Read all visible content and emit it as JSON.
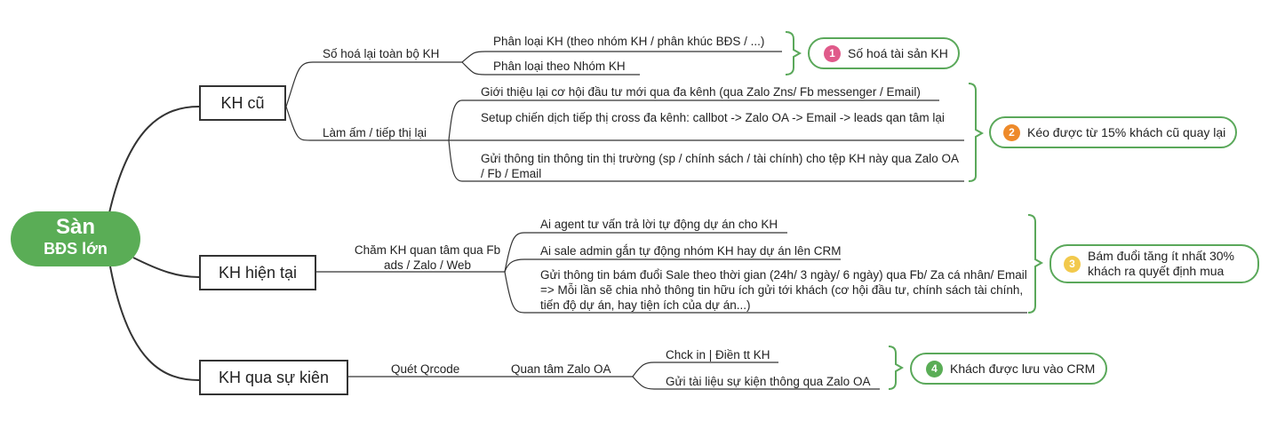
{
  "root": {
    "line1": "Sàn",
    "line2": "BĐS lớn"
  },
  "branches": [
    {
      "label": "KH cũ"
    },
    {
      "label": "KH hiện tại"
    },
    {
      "label": "KH qua sự kiên"
    }
  ],
  "kh_cu": {
    "group1": {
      "label": "Số hoá lại toàn bộ KH",
      "items": [
        "Phân loại KH (theo nhóm KH / phân khúc BĐS / ...)",
        "Phân loại theo Nhóm KH"
      ]
    },
    "group2": {
      "label": "Làm ấm / tiếp thị lại",
      "items": [
        "Giới thiệu lại cơ hội đầu tư mới qua đa kênh (qua Zalo Zns/ Fb messenger / Email)",
        "Setup chiến dịch tiếp thị cross đa kênh: callbot -> Zalo OA -> Email -> leads qan tâm lại",
        "Gửi thông tin thông tin thị trường (sp / chính sách / tài chính) cho tệp KH này qua Zalo OA / Fb / Email"
      ]
    }
  },
  "kh_hien_tai": {
    "label": "Chăm KH quan tâm qua Fb ads / Zalo / Web",
    "items": [
      "Ai agent tư vấn trả lời tự động dự án cho KH",
      "Ai sale admin gắn tự động nhóm KH hay dự án lên CRM",
      "Gửi thông tin bám đuổi Sale theo thời gian (24h/ 3 ngày/ 6 ngày) qua Fb/ Za cá nhân/ Email => Mỗi lần sẽ chia nhỏ thông tin hữu ích gửi tới khách (cơ hội đầu tư, chính sách tài chính, tiến độ dự án, hay tiện ích của dự án...)"
    ]
  },
  "kh_su_kien": {
    "step1": "Quét Qrcode",
    "step2": "Quan tâm Zalo OA",
    "items": [
      "Chck in | Điền tt KH",
      "Gửi tài liệu sự kiện thông qua Zalo OA"
    ]
  },
  "outcomes": [
    {
      "num": "1",
      "text": "Số hoá tài sản KH",
      "color": "#e05a8a"
    },
    {
      "num": "2",
      "text": "Kéo được từ 15% khách cũ quay lại",
      "color": "#ee8a2a"
    },
    {
      "num": "3",
      "text": "Bám đuổi tăng ít nhất 30% khách ra quyết định mua",
      "color": "#f2c94c"
    },
    {
      "num": "4",
      "text": "Khách được lưu vào CRM",
      "color": "#5aad56"
    }
  ],
  "colors": {
    "accent_green": "#5aad56",
    "line": "#333333"
  }
}
